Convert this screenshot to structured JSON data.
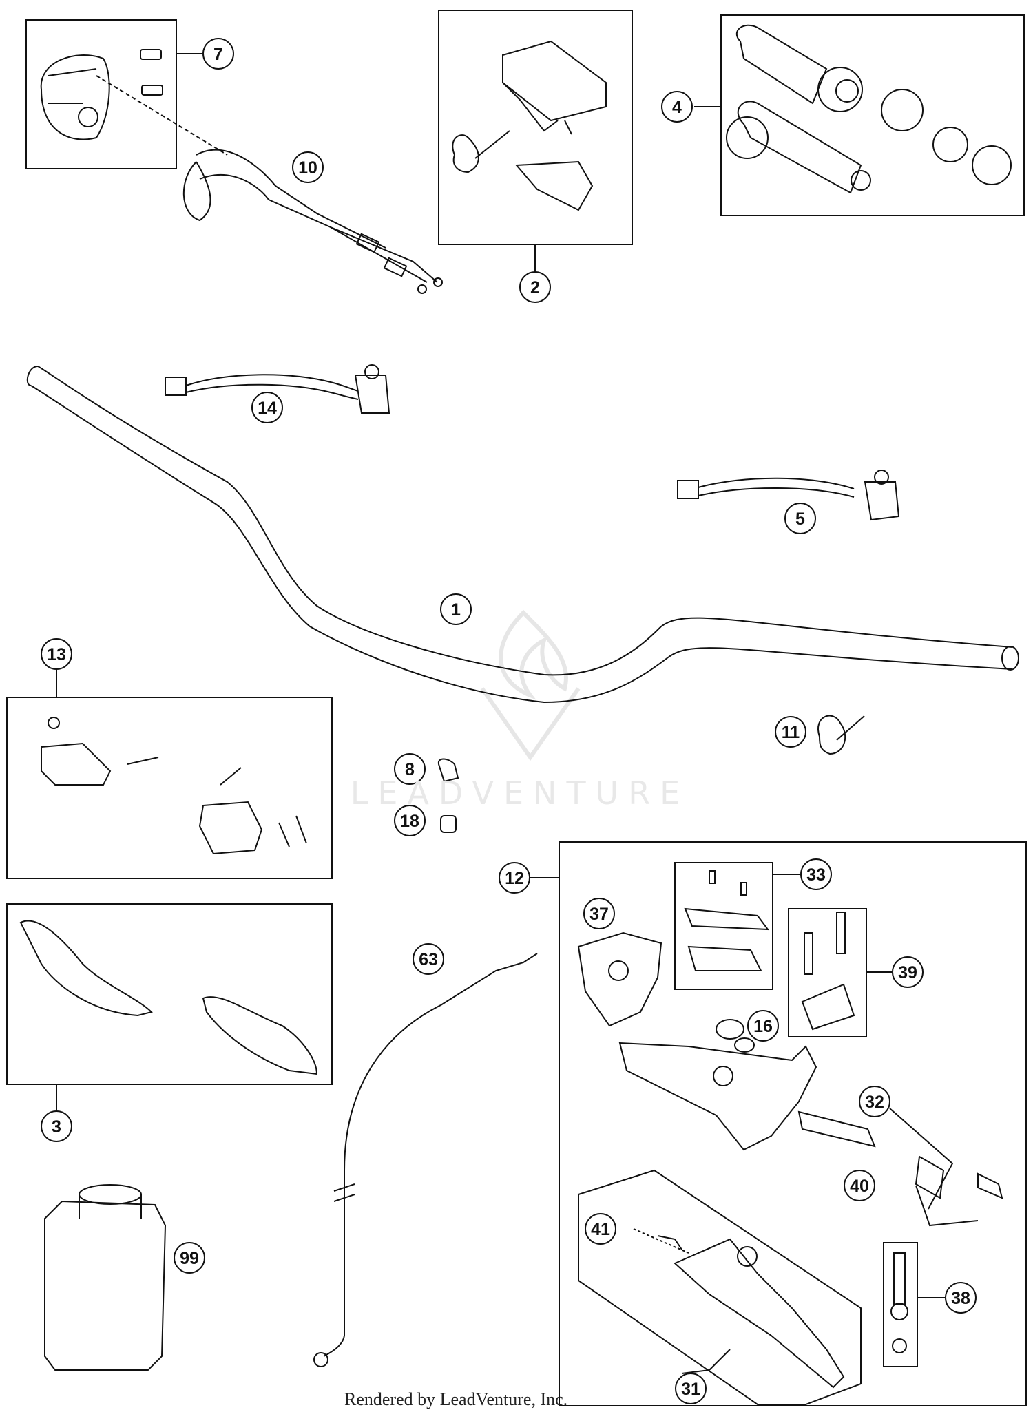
{
  "footer": "Rendered by LeadVenture, Inc.",
  "watermark": "LEADVENTURE",
  "callouts": {
    "c1": "1",
    "c2": "2",
    "c3": "3",
    "c4": "4",
    "c5": "5",
    "c7": "7",
    "c8": "8",
    "c10": "10",
    "c11": "11",
    "c12": "12",
    "c13": "13",
    "c14": "14",
    "c16": "16",
    "c18": "18",
    "c31": "31",
    "c32": "32",
    "c33": "33",
    "c37": "37",
    "c38": "38",
    "c39": "39",
    "c40": "40",
    "c41": "41",
    "c63": "63",
    "c99": "99"
  }
}
